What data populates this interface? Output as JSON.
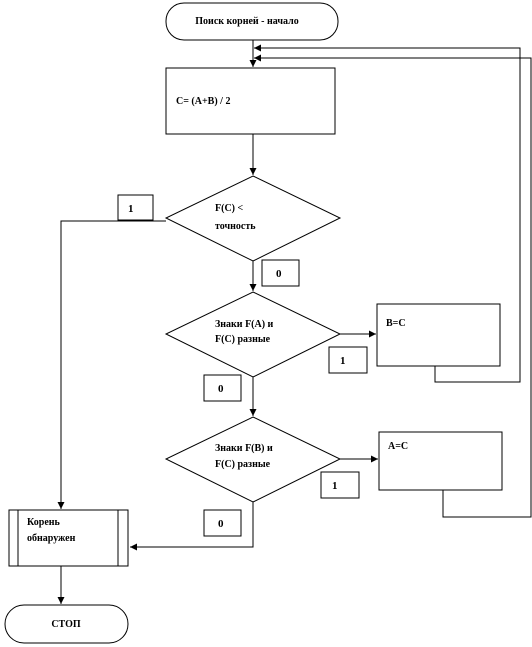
{
  "colors": {
    "stroke": "#000000",
    "fill": "#ffffff"
  },
  "nodes": {
    "start": "Поиск корней - начало",
    "compute_c": "C= (A+B) / 2",
    "check_precision": [
      "F(C) <",
      "точность"
    ],
    "check_fa_fc": [
      "Знаки F(A) и",
      "F(C) разные"
    ],
    "set_b": "B=C",
    "check_fb_fc": [
      "Знаки F(B) и",
      "F(C) разные"
    ],
    "set_a": "A=C",
    "root_found": [
      "Корень",
      "обнаружен"
    ],
    "stop": "СТОП"
  },
  "branch_labels": {
    "precision_yes": "1",
    "precision_no": "0",
    "fa_fc_yes": "1",
    "fa_fc_no": "0",
    "fb_fc_yes": "1",
    "fb_fc_no": "0"
  }
}
